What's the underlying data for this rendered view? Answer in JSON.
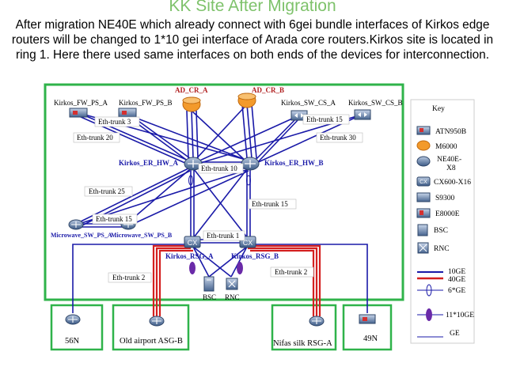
{
  "title": "KK Site After Migration",
  "description": "After migration NE40E which already connect with 6gei bundle interfaces of Kirkos edge routers will be changed to 1*10 gei interface of Arada core routers.Kirkos site is located in ring 1.  Here there used same interfaces on both ends of the devices for interconnection.",
  "devices": {
    "ad_cr_a": "AD_CR_A",
    "ad_cr_b": "AD_CR_B",
    "kirkos_fw_ps_a": "Kirkos_FW_PS_A",
    "kirkos_fw_ps_b": "Kirkos_FW_PS_B",
    "kirkos_sw_cs_a": "Kirkos_SW_CS_A",
    "kirkos_sw_cs_b": "Kirkos_SW_CS_B",
    "kirkos_er_hw_a": "Kirkos_ER_HW_A",
    "kirkos_er_hw_b": "Kirkos_ER_HW_B",
    "microwave_sw_ps_a": "Microwave_SW_PS_A",
    "microwave_sw_ps_b": "Microwave_SW_PS_B",
    "kirkos_rsg_a": "Kirkos_RSG_A",
    "kirkos_rsg_b": "Kirkos_RSG_B",
    "bsc": "BSC",
    "rnc": "RNC",
    "site_56n": "56N",
    "old_airport": "Old airport ASG-B",
    "nifas_silk": "Nifas silk RSG-A",
    "site_49n": "49N"
  },
  "trunks": {
    "t3": "Eth-trunk 3",
    "t15_top": "Eth-trunk 15",
    "t20": "Eth-trunk 20",
    "t30": "Eth-trunk 30",
    "t10": "Eth-trunk 10",
    "t25": "Eth-trunk 25",
    "t15_mid": "Eth-trunk 15",
    "t15_left": "Eth-trunk 15",
    "t1": "Eth-trunk 1",
    "t2_left": "Eth-trunk 2",
    "t2_right": "Eth-trunk 2"
  },
  "key": {
    "title": "Key",
    "items": [
      {
        "label": "ATN950B",
        "icon": "atn950b-icon"
      },
      {
        "label": "M6000",
        "icon": "m6000-icon"
      },
      {
        "label": "NE40E-",
        "label2": "X8",
        "icon": "ne40e-x8-icon"
      },
      {
        "label": "CX600-X16",
        "icon": "cx600-x16-icon"
      },
      {
        "label": "S9300",
        "icon": "s9300-icon"
      },
      {
        "label": "E8000E",
        "icon": "e8000e-icon"
      },
      {
        "label": "BSC",
        "icon": "bsc-icon"
      },
      {
        "label": "RNC",
        "icon": "rnc-icon"
      }
    ],
    "lines": [
      {
        "label": "10GE",
        "color": "#1a1aa8"
      },
      {
        "label": "40GE",
        "color": "#d42020"
      },
      {
        "label": "6*GE",
        "color": "#1a1aa8"
      },
      {
        "label": "11*10GE",
        "color": "#6a2aa8"
      },
      {
        "label": "GE",
        "color": "#1a1aa8"
      }
    ]
  },
  "colors": {
    "title_green": "#7ec26b",
    "frame_green": "#2fb34a",
    "link_blue": "#1a1aa8",
    "link_red": "#d42020"
  }
}
